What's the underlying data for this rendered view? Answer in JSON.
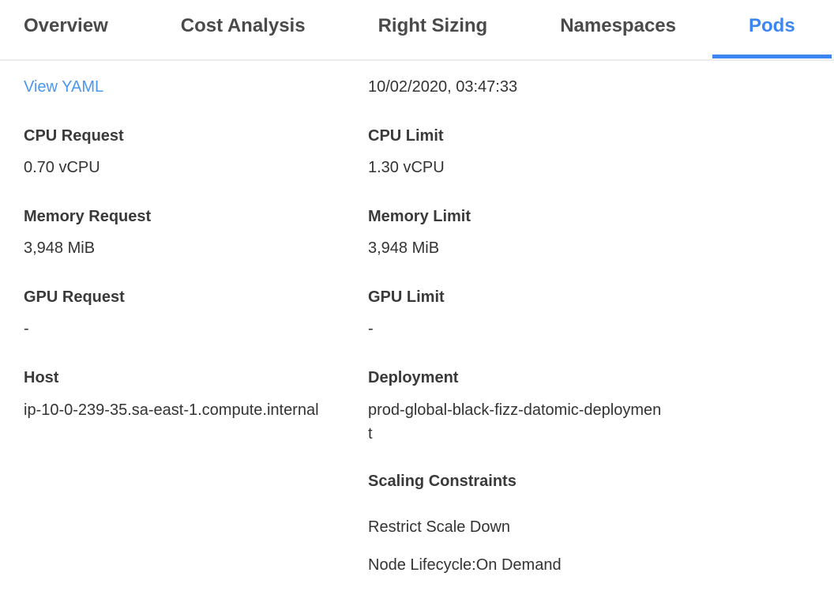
{
  "tabs": [
    {
      "label": "Overview",
      "active": false
    },
    {
      "label": "Cost Analysis",
      "active": false
    },
    {
      "label": "Right Sizing",
      "active": false
    },
    {
      "label": "Namespaces",
      "active": false
    },
    {
      "label": "Pods",
      "active": true
    }
  ],
  "detail": {
    "view_yaml_label": "View YAML",
    "timestamp": "10/02/2020, 03:47:33",
    "left": [
      {
        "label": "CPU Request",
        "value": "0.70 vCPU"
      },
      {
        "label": "Memory Request",
        "value": "3,948 MiB"
      },
      {
        "label": "GPU Request",
        "value": "-"
      },
      {
        "label": "Host",
        "value": "ip-10-0-239-35.sa-east-1.compute.internal"
      }
    ],
    "right": [
      {
        "label": "CPU Limit",
        "value": "1.30 vCPU"
      },
      {
        "label": "Memory Limit",
        "value": "3,948 MiB"
      },
      {
        "label": "GPU Limit",
        "value": "-"
      },
      {
        "label": "Deployment",
        "value": "prod-global-black-fizz-datomic-deployment"
      }
    ],
    "scaling": {
      "heading": "Scaling Constraints",
      "items": [
        "Restrict Scale Down",
        "Node Lifecycle:On Demand"
      ]
    }
  },
  "colors": {
    "accent": "#3d85f2",
    "link": "#4a96f0",
    "tab-inactive": "#4a4a4a",
    "text": "#333333",
    "label": "#3a3a3a",
    "border": "#ececec",
    "bg": "#ffffff"
  }
}
